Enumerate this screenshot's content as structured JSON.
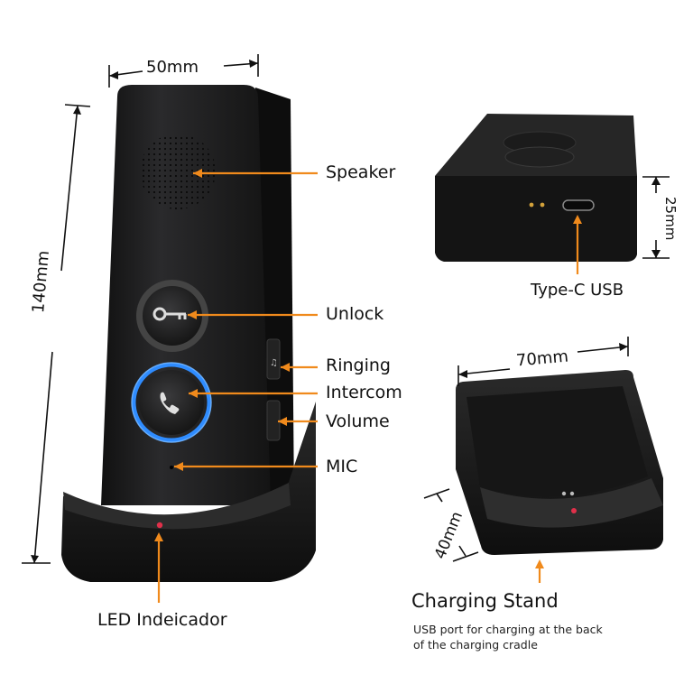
{
  "dimensions": {
    "width": "50mm",
    "height": "140mm",
    "module_height": "25mm",
    "stand_width": "70mm",
    "stand_depth": "40mm"
  },
  "callouts": {
    "speaker": "Speaker",
    "unlock": "Unlock",
    "ringing": "Ringing",
    "intercom": "Intercom",
    "volume": "Volume",
    "mic": "MIC",
    "led": "LED Indeicador",
    "usb": "Type-C USB"
  },
  "stand": {
    "title": "Charging Stand",
    "note_line1": "USB port for charging at the back",
    "note_line2": "of the charging cradle"
  },
  "colors": {
    "accent_orange": "#f08a1c",
    "device_body": "#1c1c1e",
    "ring_blue": "#2f8cff"
  }
}
